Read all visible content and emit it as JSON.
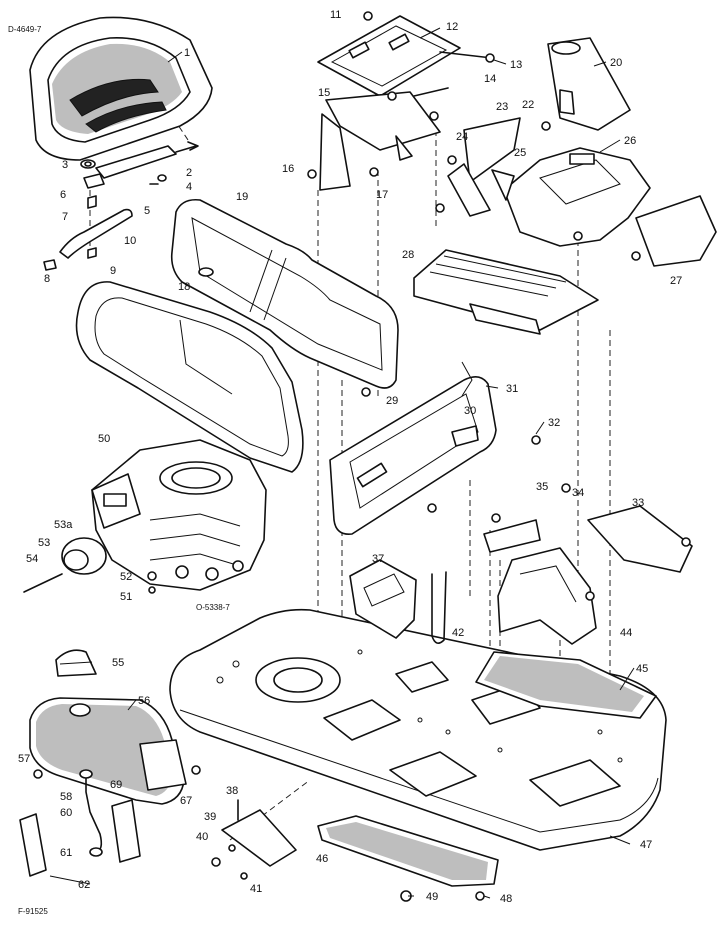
{
  "drawing_codes": {
    "top_left": "D-4649-7",
    "engine": "O-5338-7",
    "bottom_left": "F-91525"
  },
  "callouts": [
    "1",
    "2",
    "3",
    "4",
    "5",
    "6",
    "7",
    "8",
    "9",
    "10",
    "11",
    "12",
    "13",
    "14",
    "15",
    "16",
    "17",
    "18",
    "19",
    "20",
    "22",
    "23",
    "24",
    "25",
    "26",
    "27",
    "28",
    "29",
    "30",
    "31",
    "32",
    "33",
    "34",
    "35",
    "37",
    "38",
    "39",
    "40",
    "41",
    "42",
    "44",
    "45",
    "46",
    "47",
    "48",
    "49",
    "50",
    "51",
    "52",
    "53",
    "53a",
    "54",
    "55",
    "56",
    "57",
    "58",
    "60",
    "61",
    "62",
    "67",
    "69"
  ]
}
